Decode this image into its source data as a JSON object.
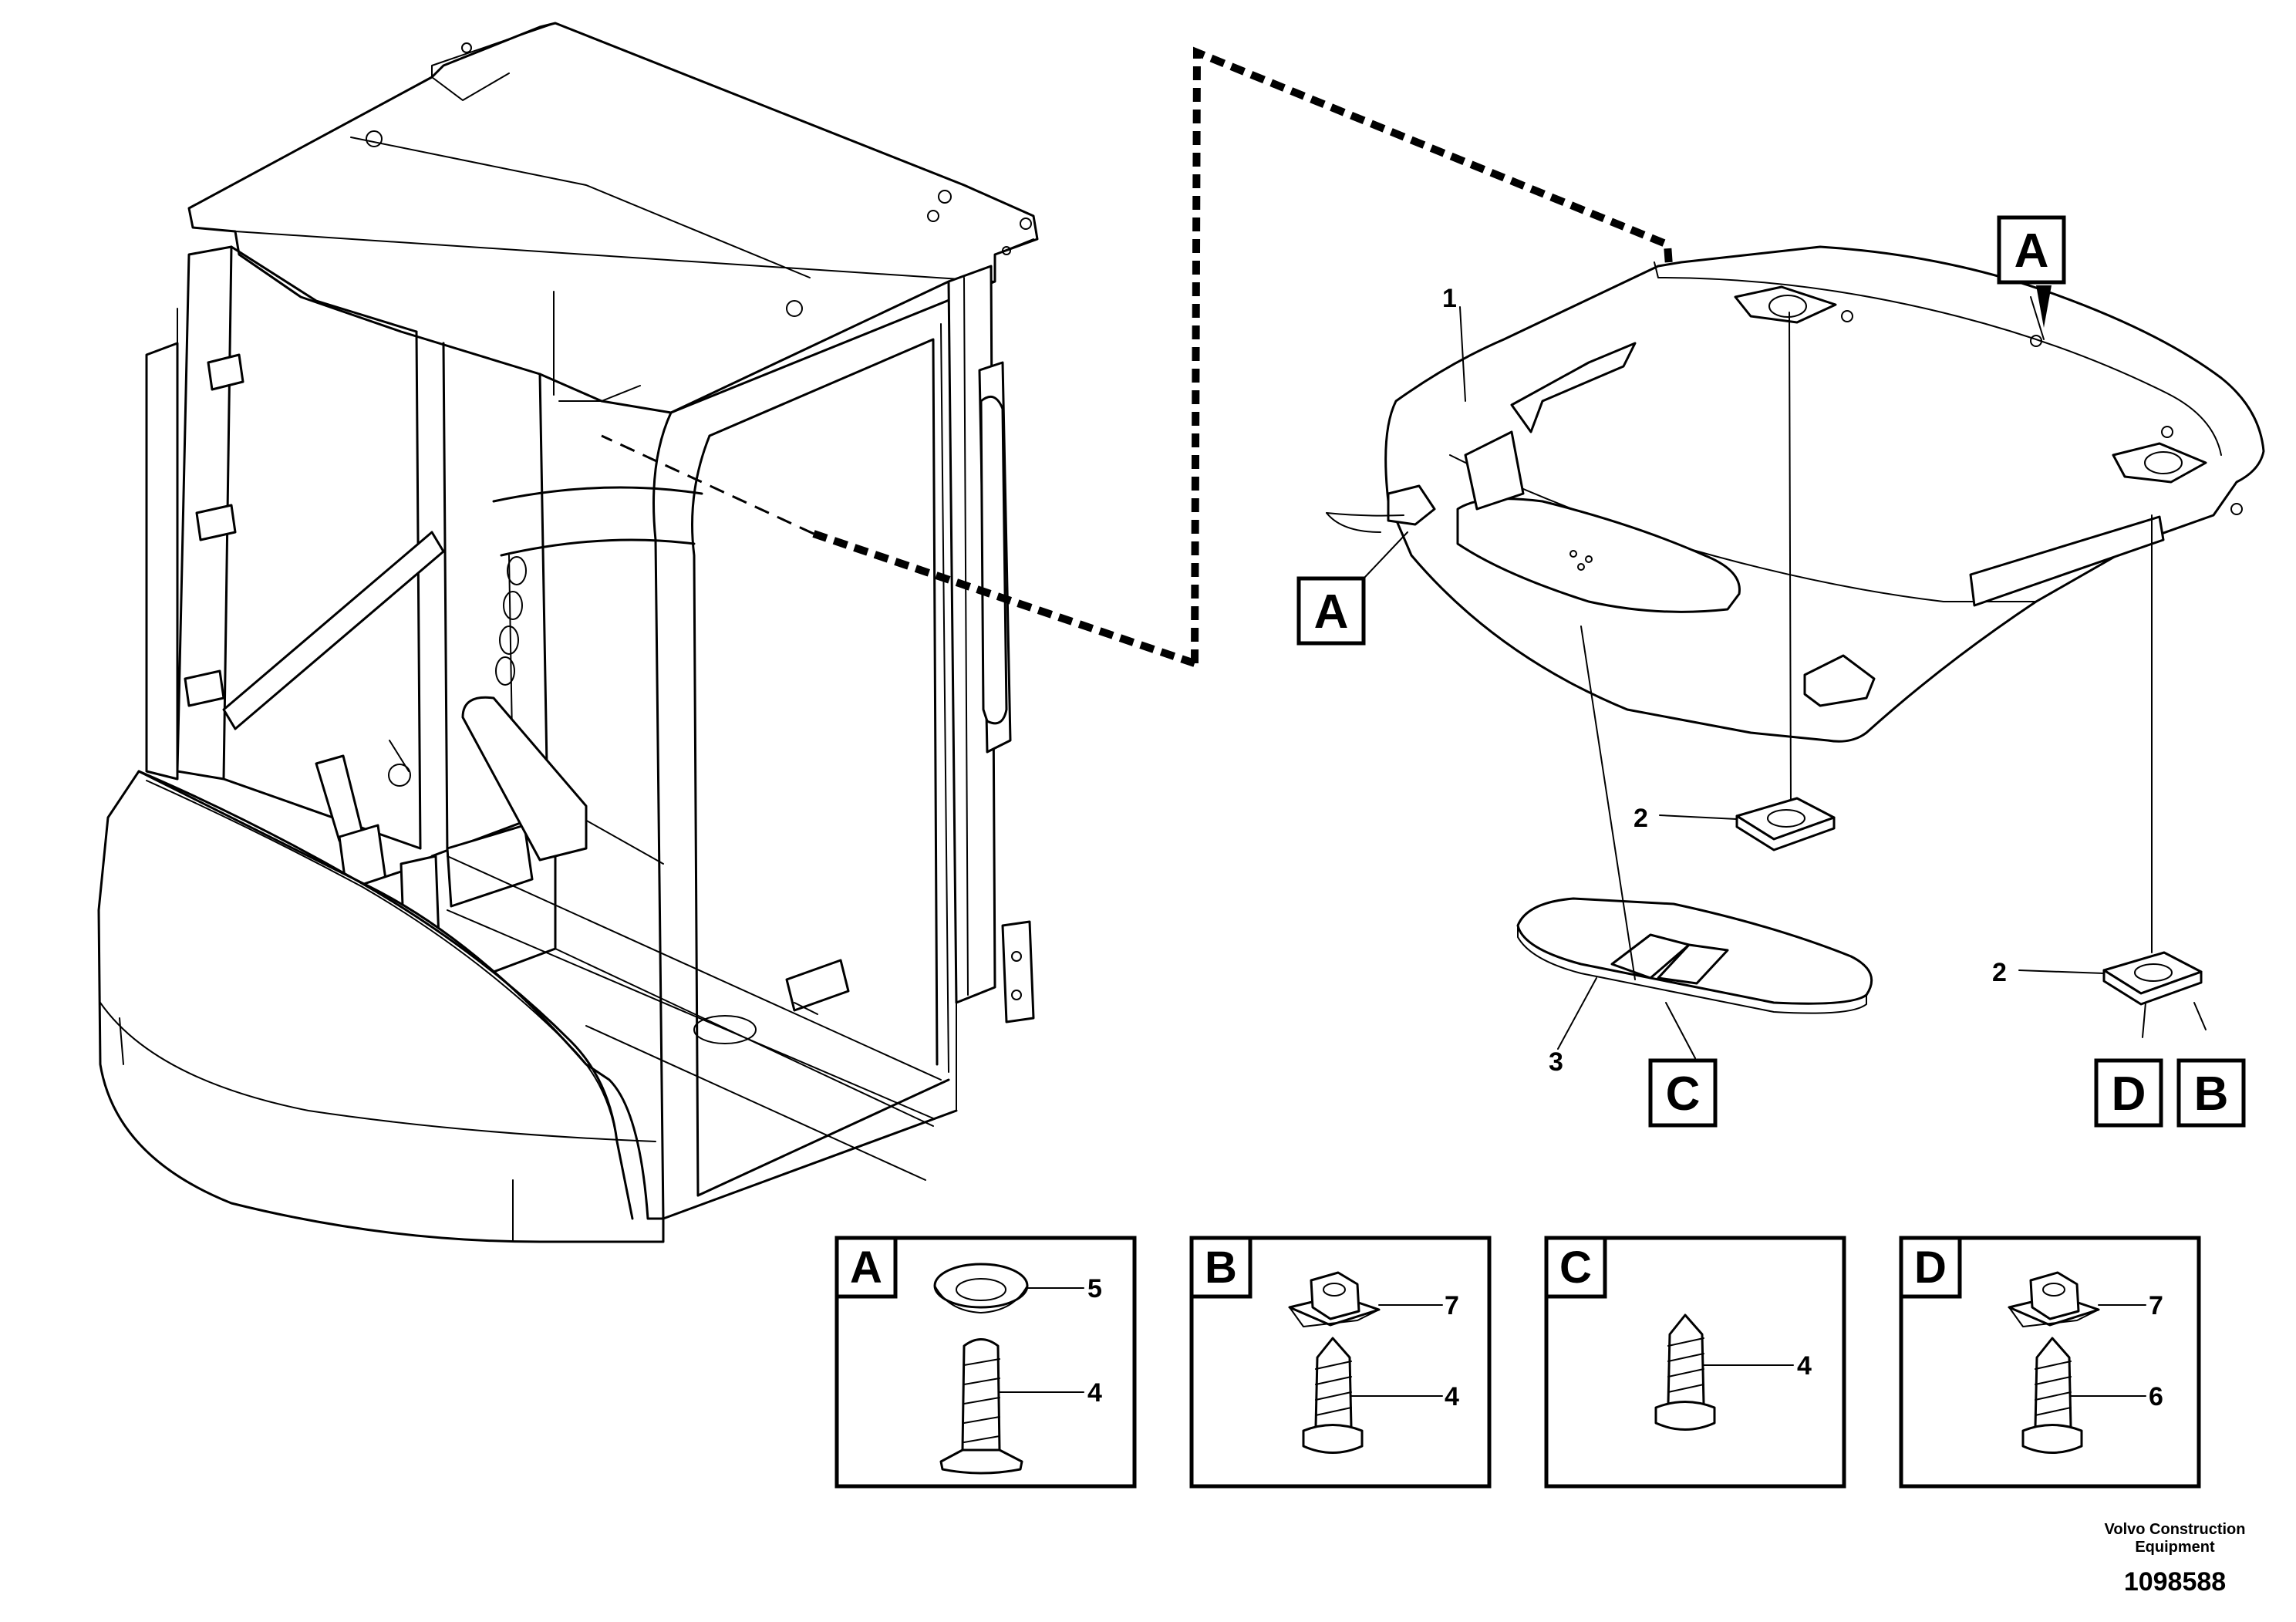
{
  "callouts": {
    "c1": "1",
    "c2a": "2",
    "c2b": "2",
    "c3": "3"
  },
  "ref_boxes": {
    "a_top": "A",
    "a_left": "A",
    "c": "C",
    "d": "D",
    "b": "B"
  },
  "details": [
    {
      "letter": "A",
      "labels": [
        "5",
        "4"
      ]
    },
    {
      "letter": "B",
      "labels": [
        "7",
        "4"
      ]
    },
    {
      "letter": "C",
      "labels": [
        "4"
      ]
    },
    {
      "letter": "D",
      "labels": [
        "7",
        "6"
      ]
    }
  ],
  "footer": {
    "company_line1": "Volvo Construction",
    "company_line2": "Equipment",
    "drawing_number": "1098588"
  }
}
